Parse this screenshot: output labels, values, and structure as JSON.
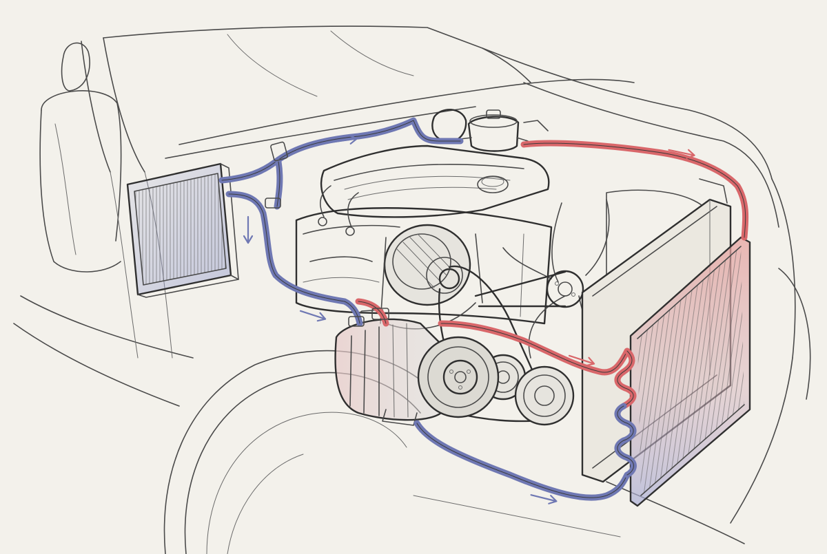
{
  "colors": {
    "paper": "#f3f1eb",
    "pencil": "#4a4a4a",
    "cold_line": "#6f78b3",
    "hot_line": "#d9676a",
    "condenser_hot": "#e6a3a0",
    "condenser_cold": "#a9aed6",
    "evaporator_tint": "#9ea5cf"
  },
  "components": [
    {
      "id": "evaporator",
      "icon": "evaporator-core-icon"
    },
    {
      "id": "engine",
      "icon": "engine-block-icon"
    },
    {
      "id": "alternator",
      "icon": "alternator-icon"
    },
    {
      "id": "compressor",
      "icon": "ac-compressor-icon"
    },
    {
      "id": "fan",
      "icon": "radiator-fan-icon"
    },
    {
      "id": "radiator",
      "icon": "radiator-icon"
    },
    {
      "id": "condenser",
      "icon": "condenser-icon"
    },
    {
      "id": "reservoir",
      "icon": "reservoir-icon"
    }
  ],
  "flow_arrows": [
    {
      "line": "cold",
      "direction": "right"
    },
    {
      "line": "cold",
      "direction": "down"
    },
    {
      "line": "cold",
      "direction": "right"
    },
    {
      "line": "cold",
      "direction": "right"
    },
    {
      "line": "hot",
      "direction": "right"
    },
    {
      "line": "hot",
      "direction": "right"
    }
  ]
}
